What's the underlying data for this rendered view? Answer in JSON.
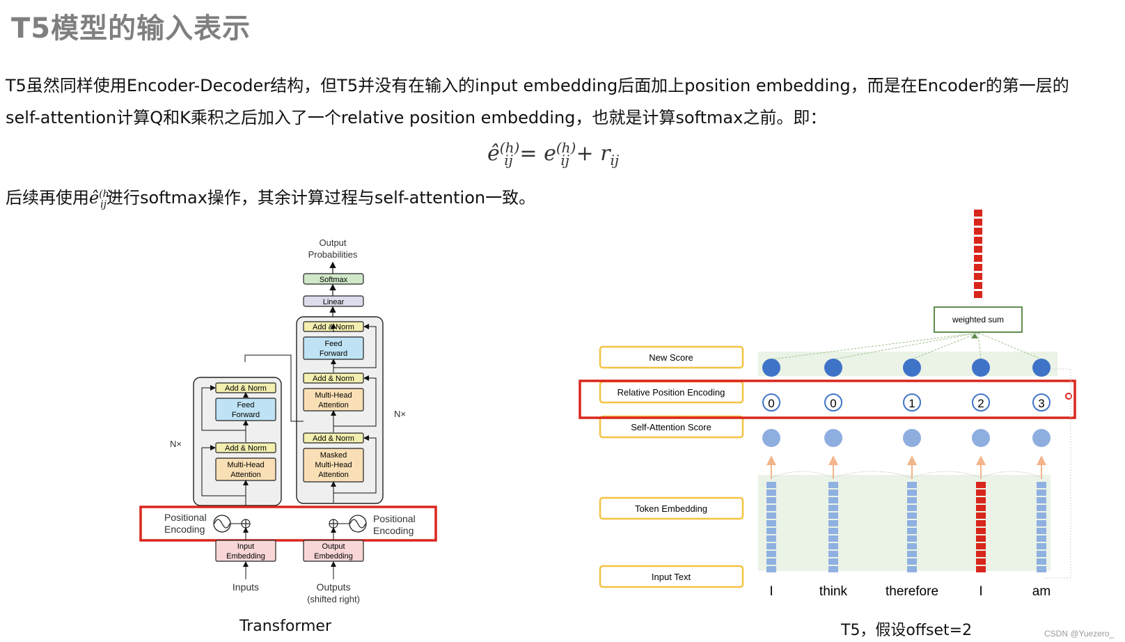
{
  "title": "T5模型的输入表示",
  "paragraph1": "T5虽然同样使用Encoder-Decoder结构，但T5并没有在输入的input embedding后面加上position embedding，而是在Encoder的第一层的",
  "paragraph2": "self-attention计算Q和K乘积之后加入了一个relative position embedding，也就是计算softmax之前。即：",
  "formula": {
    "lhs_base": "ê",
    "sup": "(h)",
    "sub": "ij",
    "eq": " = ",
    "rhs_base": "e",
    "plus": " + ",
    "r": "r",
    "r_sub": "ij"
  },
  "paragraph3": {
    "before": "后续再使用",
    "after": "进行softmax操作，其余计算过程与self-attention一致。"
  },
  "transformer": {
    "caption": "Transformer",
    "output_probs": [
      "Output",
      "Probabilities"
    ],
    "softmax": "Softmax",
    "linear": "Linear",
    "add_norm": "Add & Norm",
    "feed_forward": [
      "Feed",
      "Forward"
    ],
    "multi_head": [
      "Multi-Head",
      "Attention"
    ],
    "masked_multi_head": [
      "Masked",
      "Multi-Head",
      "Attention"
    ],
    "nx": "N×",
    "positional_encoding": [
      "Positional",
      "Encoding"
    ],
    "input_embedding": [
      "Input",
      "Embedding"
    ],
    "output_embedding": [
      "Output",
      "Embedding"
    ],
    "inputs": "Inputs",
    "outputs": [
      "Outputs",
      "(shifted right)"
    ]
  },
  "t5": {
    "caption": "T5，假设offset=2",
    "weighted_sum": "weighted sum",
    "rows": [
      "New Score",
      "Relative Position Encoding",
      "Self-Attention Score",
      "Token Embedding",
      "Input Text"
    ],
    "positions": [
      "0",
      "0",
      "1",
      "2",
      "3"
    ],
    "tokens": [
      "I",
      "think",
      "therefore",
      "I",
      "am"
    ],
    "colors": {
      "highlight": "#d9261c",
      "dot_dark": "#3f73c8",
      "dot_light": "#8eaedf",
      "embed": "#8fb0e0",
      "label_border": "#f5c242",
      "panel": "#eaf3e6"
    }
  },
  "watermark": "CSDN @Yuezero_"
}
